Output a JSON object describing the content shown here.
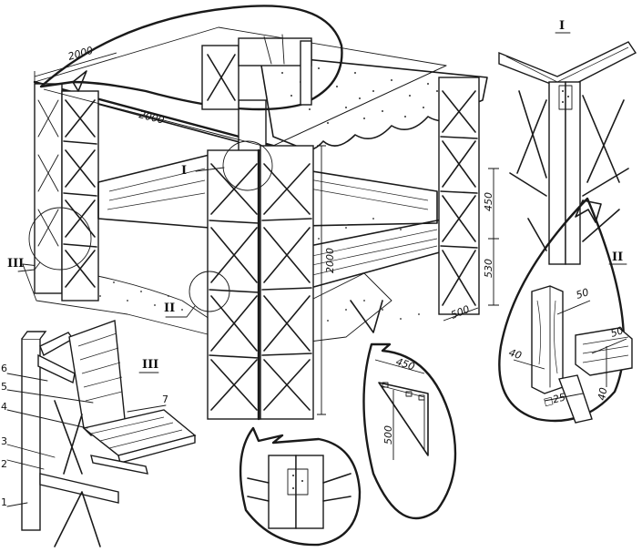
{
  "diagram": {
    "subject": "Wooden frame canopy structure with truss posts, bench and sandbox",
    "dimensions": {
      "top_width": "2000",
      "top_depth": "2000",
      "post_height": "2000",
      "right_upper_segment": "450",
      "right_lower_segment": "530",
      "post_width": "500"
    },
    "callouts": {
      "detail_I": "I",
      "detail_II": "II",
      "detail_III": "III",
      "detail_I_ref": "I",
      "detail_II_ref": "II",
      "detail_III_ref": "III"
    },
    "detail_II_dims": {
      "a": "50",
      "b": "50",
      "c": "40",
      "d": "40",
      "section": "□25"
    },
    "bracket_dims": {
      "width": "450",
      "height": "500"
    },
    "bench_parts": [
      "1",
      "2",
      "3",
      "4",
      "5",
      "6",
      "7"
    ]
  }
}
